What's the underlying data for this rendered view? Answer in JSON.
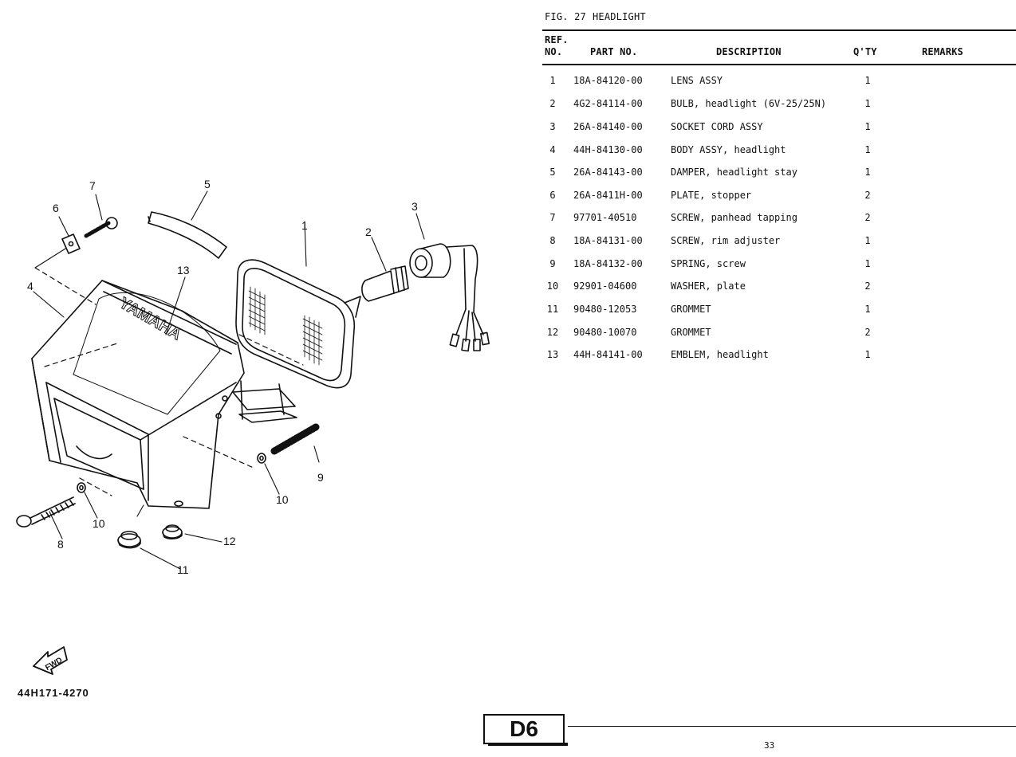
{
  "figure": {
    "number": "FIG. 27",
    "name": "HEADLIGHT"
  },
  "table": {
    "headers": {
      "ref_line1": "REF.",
      "ref_line2": "NO.",
      "part_no": "PART NO.",
      "description": "DESCRIPTION",
      "qty": "Q'TY",
      "remarks": "REMARKS"
    },
    "rows": [
      {
        "ref": "1",
        "part_no": "18A-84120-00",
        "description": "LENS ASSY",
        "qty": "1",
        "remarks": ""
      },
      {
        "ref": "2",
        "part_no": "4G2-84114-00",
        "description": "BULB, headlight (6V-25/25N)",
        "qty": "1",
        "remarks": ""
      },
      {
        "ref": "3",
        "part_no": "26A-84140-00",
        "description": "SOCKET CORD ASSY",
        "qty": "1",
        "remarks": ""
      },
      {
        "ref": "4",
        "part_no": "44H-84130-00",
        "description": "BODY ASSY, headlight",
        "qty": "1",
        "remarks": ""
      },
      {
        "ref": "5",
        "part_no": "26A-84143-00",
        "description": "DAMPER, headlight stay",
        "qty": "1",
        "remarks": ""
      },
      {
        "ref": "6",
        "part_no": "26A-8411H-00",
        "description": "PLATE, stopper",
        "qty": "2",
        "remarks": ""
      },
      {
        "ref": "7",
        "part_no": "97701-40510",
        "description": "SCREW, panhead tapping",
        "qty": "2",
        "remarks": ""
      },
      {
        "ref": "8",
        "part_no": "18A-84131-00",
        "description": "SCREW, rim adjuster",
        "qty": "1",
        "remarks": ""
      },
      {
        "ref": "9",
        "part_no": "18A-84132-00",
        "description": "SPRING, screw",
        "qty": "1",
        "remarks": ""
      },
      {
        "ref": "10",
        "part_no": "92901-04600",
        "description": "WASHER, plate",
        "qty": "2",
        "remarks": ""
      },
      {
        "ref": "11",
        "part_no": "90480-12053",
        "description": "GROMMET",
        "qty": "1",
        "remarks": ""
      },
      {
        "ref": "12",
        "part_no": "90480-10070",
        "description": "GROMMET",
        "qty": "2",
        "remarks": ""
      },
      {
        "ref": "13",
        "part_no": "44H-84141-00",
        "description": "EMBLEM, headlight",
        "qty": "1",
        "remarks": ""
      }
    ]
  },
  "diagram": {
    "callouts": [
      "1",
      "2",
      "3",
      "4",
      "5",
      "6",
      "7",
      "8",
      "9",
      "10",
      "10",
      "11",
      "12",
      "13"
    ],
    "emblem_text": "YAMAHA",
    "fwd_label": "FWD",
    "drawing_number": "44H171-4270"
  },
  "footer": {
    "section_code": "D6",
    "page_number": "33"
  }
}
